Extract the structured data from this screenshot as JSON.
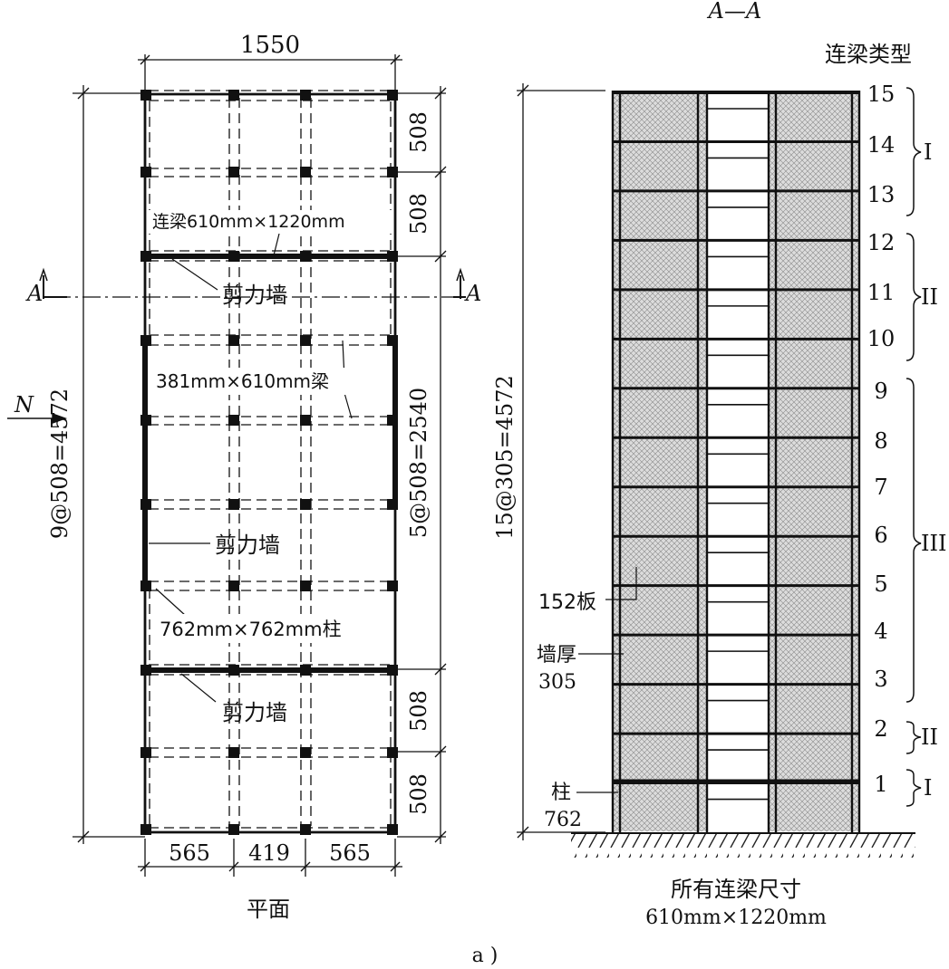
{
  "section_title": "A—A",
  "plan": {
    "overall_width": "1550",
    "overall_height": "9@508=4572",
    "right_top_bay_1": "508",
    "right_top_bay_2": "508",
    "right_middle": "5@508=2540",
    "right_bottom_bay_1": "508",
    "right_bottom_bay_2": "508",
    "bottom_dims": [
      "565",
      "419",
      "565"
    ],
    "coupling_beam_label": "连梁610mm×1220mm",
    "shear_wall_label_1": "剪力墙",
    "shear_wall_label_2": "剪力墙",
    "shear_wall_label_3": "剪力墙",
    "beam_label": "381mm×610mm梁",
    "column_label": "762mm×762mm柱",
    "section_mark_letter": "A",
    "north_letter": "N",
    "caption": "平面"
  },
  "elevation": {
    "header": "连梁类型",
    "height_dim": "15@305=4572",
    "floors": [
      "15",
      "14",
      "13",
      "12",
      "11",
      "10",
      "9",
      "8",
      "7",
      "6",
      "5",
      "4",
      "3",
      "2",
      "1"
    ],
    "groups": [
      {
        "label": "I",
        "floors": "13-15"
      },
      {
        "label": "II",
        "floors": "10-12"
      },
      {
        "label": "III",
        "floors": "3-9"
      },
      {
        "label": "II",
        "floors": "2"
      },
      {
        "label": "I",
        "floors": "1"
      }
    ],
    "slab_label": "152板",
    "wall_label_1": "墙厚",
    "wall_label_2": "305",
    "column_label_1": "柱",
    "column_label_2": "762",
    "caption_1": "所有连梁尺寸",
    "caption_2": "610mm×1220mm"
  },
  "figure_label": "a )",
  "colors": {
    "ink": "#111111",
    "hatch": "#555555",
    "wall_fill": "#d9d9d9"
  }
}
